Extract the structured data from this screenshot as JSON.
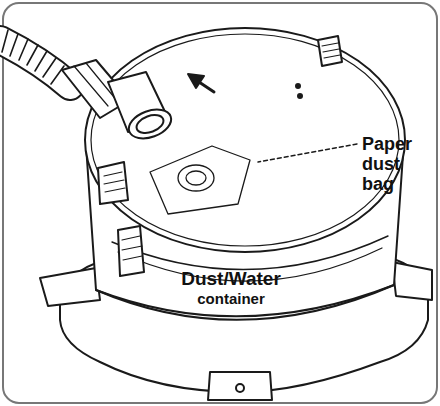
{
  "diagram": {
    "labels": [
      "Paper dust bag",
      "Dust/Water",
      "container"
    ]
  }
}
